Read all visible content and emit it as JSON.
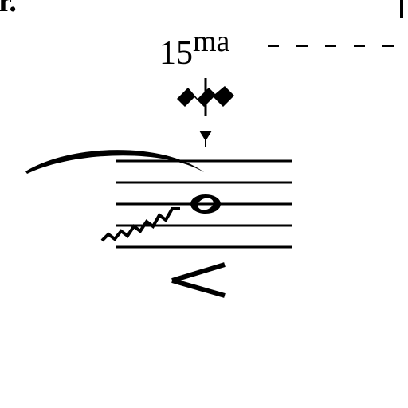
{
  "score": {
    "corner_mark": "r.",
    "ottava": {
      "number": "15",
      "suffix": "ma"
    },
    "staff_lines": 5
  },
  "colors": {
    "ink": "#000000",
    "paper": "#ffffff"
  },
  "icons": {
    "top_ornament": "mordent-with-vertical-line-icon",
    "small_marker": "down-triangle-icon",
    "slur": "slur-arc-icon",
    "glissando": "wavy-glissando-line-icon",
    "note": "whole-note-icon",
    "dynamic": "crescendo-hairpin-icon"
  }
}
